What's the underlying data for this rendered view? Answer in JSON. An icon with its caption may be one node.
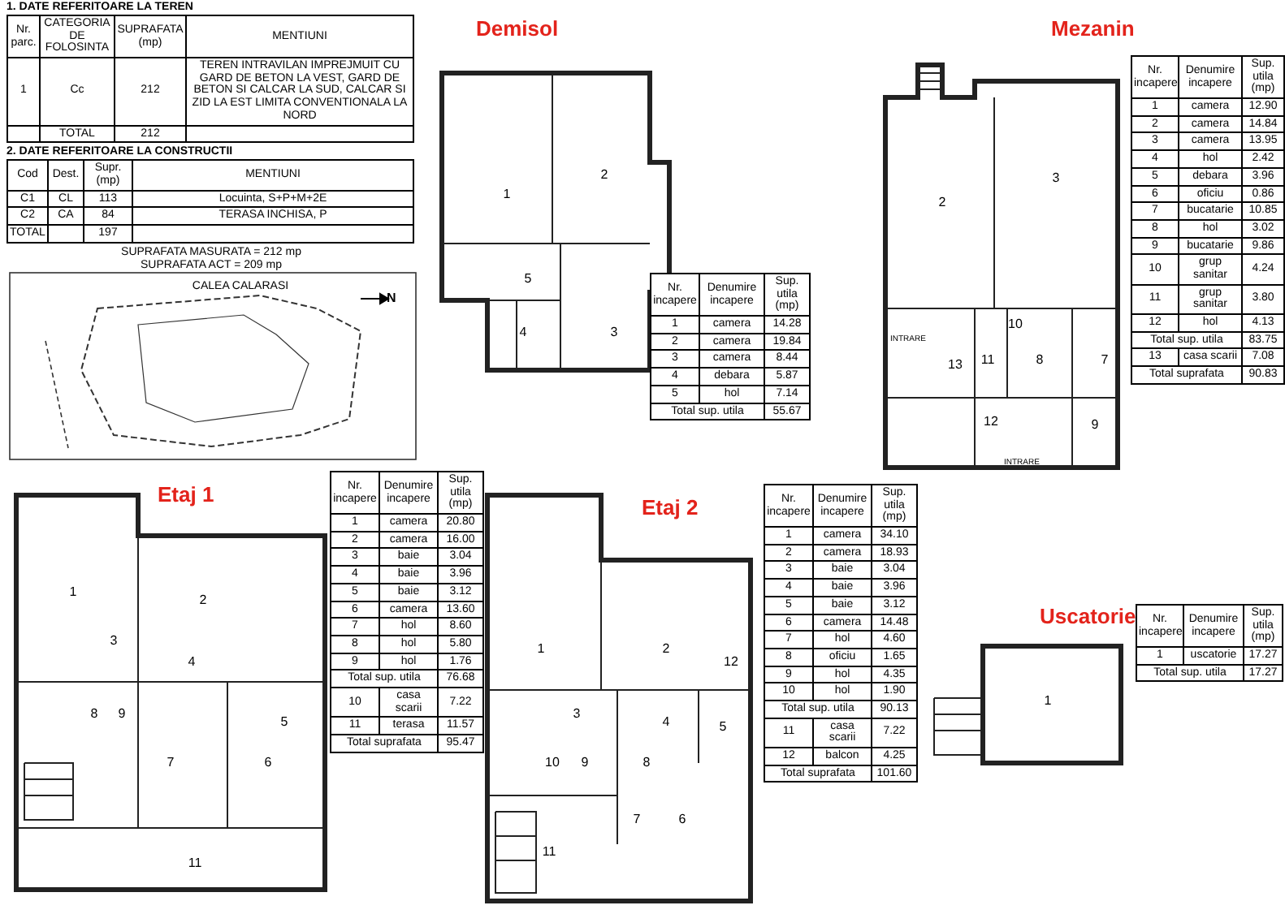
{
  "diagram": {
    "nodes": [
      {
        "text": [
          "Demisol"
        ]
      },
      {
        "text": [
          "Mezanin"
        ]
      },
      {
        "text": [
          "Etaj 1"
        ]
      },
      {
        "text": [
          "Etaj 2"
        ]
      },
      {
        "text": [
          "Uscatorie"
        ]
      }
    ],
    "labels": [
      "1. DATE REFERITOARE LA TEREN",
      "Nr. parc.",
      "CATEGORIA DE FOLOSINTA",
      "SUPRAFATA (mp)",
      "MENTIUNI",
      "1",
      "Cc",
      "212",
      "TEREN INTRAVILAN IMPREJMUIT CU GARD DE BETON LA VEST, GARD DE BETON SI CALCAR LA SUD, CALCAR SI ZID LA EST LIMITA CONVENTIONALA LA NORD",
      "TOTAL",
      "212",
      "2. DATE REFERITOARE LA CONSTRUCTII",
      "Cod",
      "Dest.",
      "Supr. (mp)",
      "MENTIUNI",
      "C1",
      "CL",
      "113",
      "Locuinta, S+P+M+2E",
      "C2",
      "CA",
      "84",
      "TERASA INCHISA, P",
      "TOTAL",
      "197",
      "SUPRAFATA MASURATA = 212 mp",
      "SUPRAFATA ACT = 209 mp",
      "CALEA CALARASI",
      "N",
      "2",
      "1",
      "5",
      "4",
      "3",
      "Nr. incapere",
      "Denumire incapere",
      "Sup. utila (mp)",
      "1",
      "camera",
      "14.28",
      "2",
      "camera",
      "19.84",
      "3",
      "camera",
      "8.44",
      "4",
      "debara",
      "5.87",
      "5",
      "hol",
      "7.14",
      "Total sup. utila",
      "55.67",
      "2",
      "3",
      "INTRARE",
      "13",
      "11",
      "10",
      "8",
      "7",
      "12",
      "9",
      "INTRARE",
      "Nr. incapere",
      "Denumire incapere",
      "Sup. utila (mp)",
      "1",
      "camera",
      "12.90",
      "2",
      "camera",
      "14.84",
      "3",
      "camera",
      "13.95",
      "4",
      "hol",
      "2.42",
      "5",
      "debara",
      "3.96",
      "6",
      "oficiu",
      "0.86",
      "7",
      "bucatarie",
      "10.85",
      "8",
      "hol",
      "3.02",
      "9",
      "bucatarie",
      "9.86",
      "10",
      "grup sanitar",
      "4.24",
      "11",
      "grup sanitar",
      "3.80",
      "12",
      "hol",
      "4.13",
      "Total sup. utila",
      "83.75",
      "13",
      "casa scarii",
      "7.08",
      "Total suprafata",
      "90.83",
      "1",
      "2",
      "3",
      "4",
      "8",
      "9",
      "5",
      "7",
      "6",
      "11",
      "Nr. incapere",
      "Denumire incapere",
      "Sup. utila (mp)",
      "1",
      "camera",
      "20.80",
      "2",
      "camera",
      "16.00",
      "3",
      "baie",
      "3.04",
      "4",
      "baie",
      "3.96",
      "5",
      "baie",
      "3.12",
      "6",
      "camera",
      "13.60",
      "7",
      "hol",
      "8.60",
      "8",
      "hol",
      "5.80",
      "9",
      "hol",
      "1.76",
      "Total sup. utila",
      "76.68",
      "10",
      "casa scarii",
      "7.22",
      "11",
      "terasa",
      "11.57",
      "Total suprafata",
      "95.47",
      "1",
      "2",
      "12",
      "3",
      "4",
      "5",
      "10",
      "9",
      "8",
      "7",
      "6",
      "11",
      "Nr. incapere",
      "Denumire incapere",
      "Sup. utila (mp)",
      "1",
      "camera",
      "34.10",
      "2",
      "camera",
      "18.93",
      "3",
      "baie",
      "3.04",
      "4",
      "baie",
      "3.96",
      "5",
      "baie",
      "3.12",
      "6",
      "camera",
      "14.48",
      "7",
      "hol",
      "4.60",
      "8",
      "oficiu",
      "1.65",
      "9",
      "hol",
      "4.35",
      "10",
      "hol",
      "1.90",
      "Total sup. utila",
      "90.13",
      "11",
      "casa scarii",
      "7.22",
      "12",
      "balcon",
      "4.25",
      "Total suprafata",
      "101.60",
      "1",
      "Nr. incapere",
      "Denumire incapere",
      "Sup. utila (mp)",
      "1",
      "uscatorie",
      "17.27",
      "Total sup. utila",
      "17.27"
    ]
  }
}
